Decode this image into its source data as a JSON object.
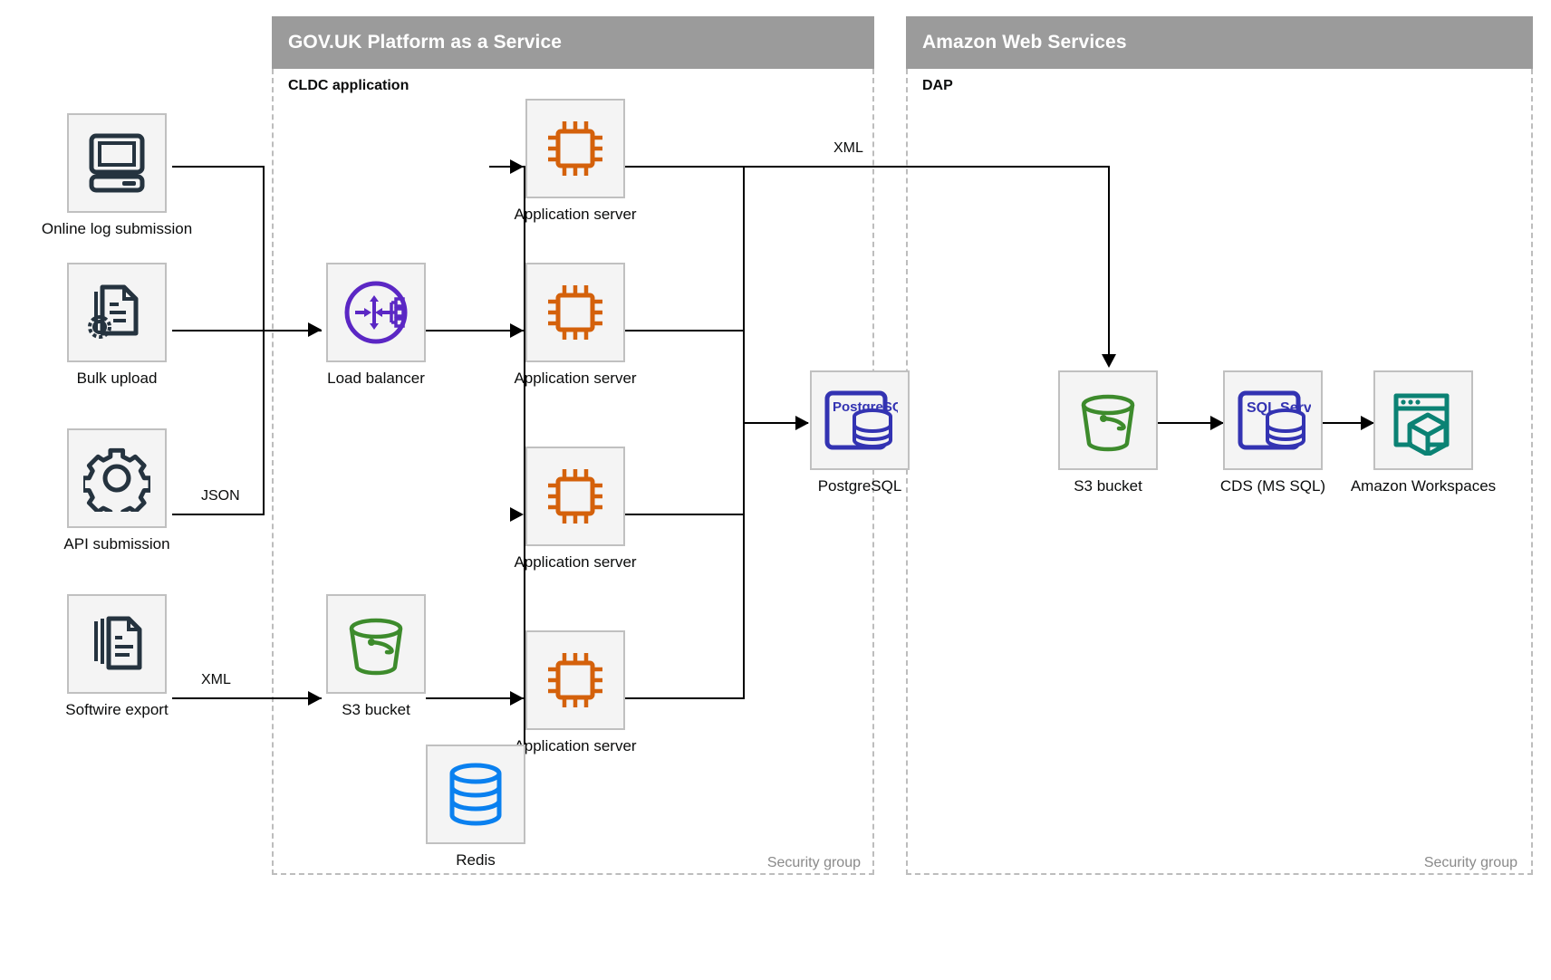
{
  "groups": [
    {
      "id": "paas",
      "title": "GOV.UK Platform as a Service",
      "sublabel": "CLDC application",
      "footer": "Security group"
    },
    {
      "id": "aws",
      "title": "Amazon Web Services",
      "sublabel": "DAP",
      "footer": "Security group"
    }
  ],
  "nodes": {
    "online_log": {
      "label": "Online log submission",
      "icon": "desktop-computer-icon",
      "color": "#25333f"
    },
    "bulk_upload": {
      "label": "Bulk upload",
      "icon": "document-gear-icon",
      "color": "#25333f"
    },
    "api_submission": {
      "label": "API submission",
      "icon": "gear-icon",
      "color": "#25333f"
    },
    "softwire_export": {
      "label": "Softwire export",
      "icon": "documents-stack-icon",
      "color": "#25333f"
    },
    "load_balancer": {
      "label": "Load balancer",
      "icon": "load-balancer-icon",
      "color": "#5b27c4"
    },
    "app_server_1": {
      "label": "Application server",
      "icon": "cpu-chip-icon",
      "color": "#d4610b"
    },
    "app_server_2": {
      "label": "Application server",
      "icon": "cpu-chip-icon",
      "color": "#d4610b"
    },
    "app_server_3": {
      "label": "Application server",
      "icon": "cpu-chip-icon",
      "color": "#d4610b"
    },
    "app_server_4": {
      "label": "Application server",
      "icon": "cpu-chip-icon",
      "color": "#d4610b"
    },
    "postgresql": {
      "label": "PostgreSQL",
      "icon": "postgresql-database-icon",
      "color": "#3333b2",
      "badge": "PostgreSQL"
    },
    "s3_paas": {
      "label": "S3 bucket",
      "icon": "s3-bucket-icon",
      "color": "#3d8b2c"
    },
    "redis": {
      "label": "Redis",
      "icon": "redis-database-icon",
      "color": "#0a80ef"
    },
    "s3_aws": {
      "label": "S3 bucket",
      "icon": "s3-bucket-icon",
      "color": "#3d8b2c"
    },
    "cds": {
      "label": "CDS (MS SQL)",
      "icon": "sql-server-database-icon",
      "color": "#3333b2",
      "badge": "SQL Server"
    },
    "workspaces": {
      "label": "Amazon Workspaces",
      "icon": "amazon-workspaces-icon",
      "color": "#0b8274"
    }
  },
  "edge_labels": {
    "api_json": "JSON",
    "softwire_xml": "XML",
    "appserver_xml": "XML"
  },
  "palette": {
    "header_bg": "#9b9b9b",
    "header_text": "#ffffff",
    "tile_bg": "#f4f4f4",
    "tile_border": "#c0c0c0",
    "dashed_border": "#bdbdbd",
    "line": "#000000",
    "muted_text": "#8a8a8a"
  }
}
